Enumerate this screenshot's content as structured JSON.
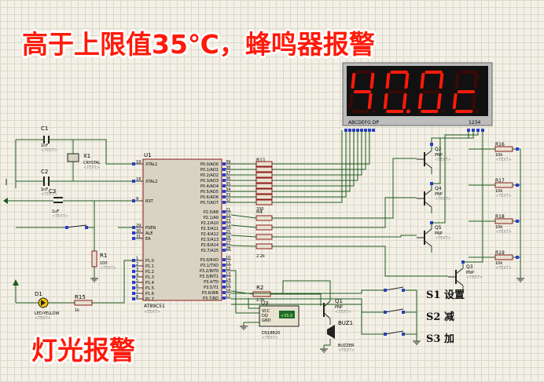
{
  "title": "高于上限值35℃，蜂鸣器报警",
  "caption": "灯光报警",
  "display": {
    "digits": [
      "4",
      "0",
      ".0",
      "c"
    ],
    "segment_label": "ABCDEFG DP",
    "digit_label": "1234",
    "color": "#ff1a0a"
  },
  "mcu": {
    "ref": "U1",
    "part": "AT89C51",
    "text": "<TEXT>",
    "left_pins": [
      {
        "num": "19",
        "name": "XTAL1"
      },
      {
        "num": "18",
        "name": "XTAL2"
      },
      {
        "num": "9",
        "name": "RST"
      },
      {
        "num": "29",
        "name": "PSEN"
      },
      {
        "num": "30",
        "name": "ALE"
      },
      {
        "num": "31",
        "name": "EA"
      },
      {
        "num": "1",
        "name": "P1.0"
      },
      {
        "num": "2",
        "name": "P1.1"
      },
      {
        "num": "3",
        "name": "P1.2"
      },
      {
        "num": "4",
        "name": "P1.3"
      },
      {
        "num": "5",
        "name": "P1.4"
      },
      {
        "num": "6",
        "name": "P1.5"
      },
      {
        "num": "7",
        "name": "P1.6"
      },
      {
        "num": "8",
        "name": "P1.7"
      }
    ],
    "right_pins": [
      {
        "num": "39",
        "name": "P0.0/AD0"
      },
      {
        "num": "38",
        "name": "P0.1/AD1"
      },
      {
        "num": "37",
        "name": "P0.2/AD2"
      },
      {
        "num": "36",
        "name": "P0.3/AD3"
      },
      {
        "num": "35",
        "name": "P0.4/AD4"
      },
      {
        "num": "34",
        "name": "P0.5/AD5"
      },
      {
        "num": "33",
        "name": "P0.6/AD6"
      },
      {
        "num": "32",
        "name": "P0.7/AD7"
      },
      {
        "num": "21",
        "name": "P2.0/A8"
      },
      {
        "num": "22",
        "name": "P2.1/A9"
      },
      {
        "num": "23",
        "name": "P2.2/A10"
      },
      {
        "num": "24",
        "name": "P2.3/A11"
      },
      {
        "num": "25",
        "name": "P2.4/A12"
      },
      {
        "num": "26",
        "name": "P2.5/A13"
      },
      {
        "num": "27",
        "name": "P2.6/A14"
      },
      {
        "num": "28",
        "name": "P2.7/A15"
      },
      {
        "num": "10",
        "name": "P3.0/RXD"
      },
      {
        "num": "11",
        "name": "P3.1/TXD"
      },
      {
        "num": "12",
        "name": "P3.2/INT0"
      },
      {
        "num": "13",
        "name": "P3.3/INT1"
      },
      {
        "num": "14",
        "name": "P3.4/T0"
      },
      {
        "num": "15",
        "name": "P3.5/T1"
      },
      {
        "num": "16",
        "name": "P3.6/WR"
      },
      {
        "num": "17",
        "name": "P3.7/RD"
      }
    ]
  },
  "components": {
    "c1": {
      "ref": "C1",
      "value": "1nF",
      "text": "<TEXT>"
    },
    "c2": {
      "ref": "C2",
      "value": "1nF",
      "text": "<TEXT>"
    },
    "c3": {
      "ref": "C3",
      "value": "1uF",
      "text": "<TEXT>"
    },
    "x1": {
      "ref": "X1",
      "value": "CRYSTAL",
      "text": "<TEXT>"
    },
    "r1": {
      "ref": "R1",
      "value": "100",
      "text": "<TEXT>"
    },
    "r2": {
      "ref": "R2",
      "value": "2.2k",
      "text": "<TEXT>"
    },
    "r4": {
      "ref": "R4",
      "value": "2.2k",
      "text": "<TEXT>"
    },
    "r11": {
      "ref": "R11",
      "value": "330",
      "text": "<TEXT>"
    },
    "r15": {
      "ref": "R15",
      "value": "1k",
      "text": "<TEXT>"
    },
    "d1": {
      "ref": "D1",
      "value": "LED-YELLOW",
      "text": "<TEXT>"
    },
    "u3": {
      "ref": "U3",
      "value": "DS18B20",
      "text": "<TEXT>",
      "lcd": "+35.0",
      "pins": [
        "VCC",
        "DQ",
        "GND"
      ]
    },
    "q1": {
      "ref": "Q1",
      "value": "PNP",
      "text": "<TEXT>"
    },
    "buzzer": {
      "ref": "BUZ1",
      "value": "BUZZER",
      "text": "<TEXT>"
    },
    "transistors": [
      {
        "ref": "Q2",
        "value": "PNP",
        "text": "<TEXT>"
      },
      {
        "ref": "Q4",
        "value": "PNP",
        "text": "<TEXT>"
      },
      {
        "ref": "Q5",
        "value": "PNP",
        "text": "<TEXT>"
      },
      {
        "ref": "Q3",
        "value": "PNP",
        "text": "<TEXT>"
      }
    ],
    "resistors_right": [
      {
        "ref": "R16",
        "value": "10k",
        "text": "<TEXT>"
      },
      {
        "ref": "R17",
        "value": "10k",
        "text": "<TEXT>"
      },
      {
        "ref": "R18",
        "value": "10k",
        "text": "<TEXT>"
      },
      {
        "ref": "R19",
        "value": "10k",
        "text": "<TEXT>"
      }
    ]
  },
  "switches": [
    {
      "label": "S1 设置"
    },
    {
      "label": "S2 减"
    },
    {
      "label": "S3 加"
    }
  ],
  "colors": {
    "wire": "#1f5c1f",
    "component": "#8a1a1a",
    "pin": "#2a3bd6",
    "text": "#000000",
    "ic_fill": "#d9d3c3"
  }
}
